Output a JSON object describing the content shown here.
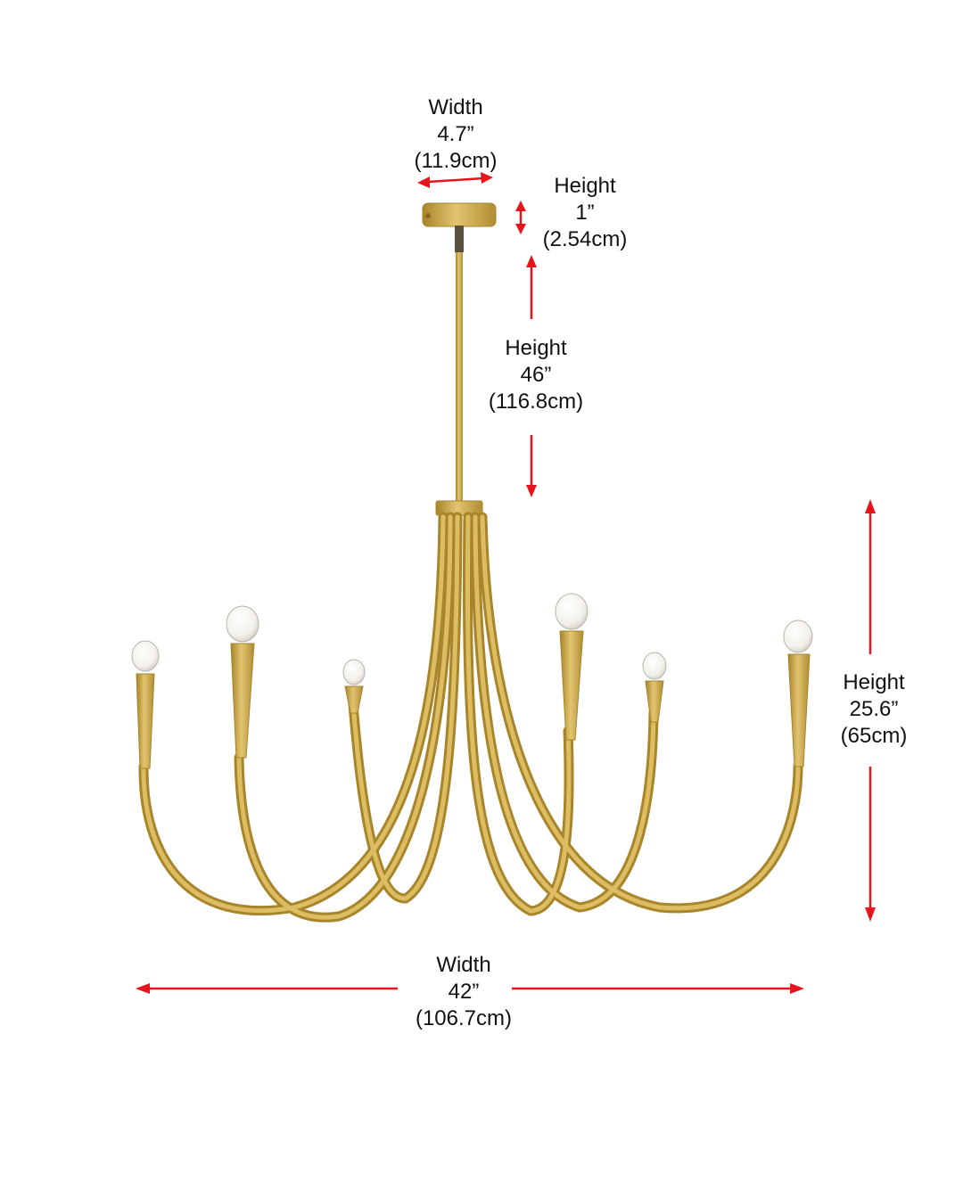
{
  "colors": {
    "brass": "#c9a544",
    "brass_dark": "#a8842a",
    "brass_light": "#e2c570",
    "arrow": "#e8141c",
    "bulb": "#f2f0ea"
  },
  "dimensions": {
    "canopy_width": {
      "label": "Width",
      "imperial": "4.7”",
      "metric": "(11.9cm)"
    },
    "canopy_height": {
      "label": "Height",
      "imperial": "1”",
      "metric": "(2.54cm)"
    },
    "rod_height": {
      "label": "Height",
      "imperial": "46”",
      "metric": "(116.8cm)"
    },
    "fixture_height": {
      "label": "Height",
      "imperial": "25.6”",
      "metric": "(65cm)"
    },
    "fixture_width": {
      "label": "Width",
      "imperial": "42”",
      "metric": "(106.7cm)"
    }
  },
  "icons": [
    "canopy-icon",
    "rod-icon",
    "chandelier-arm-icon",
    "bulb-icon",
    "dimension-arrow-icon"
  ]
}
